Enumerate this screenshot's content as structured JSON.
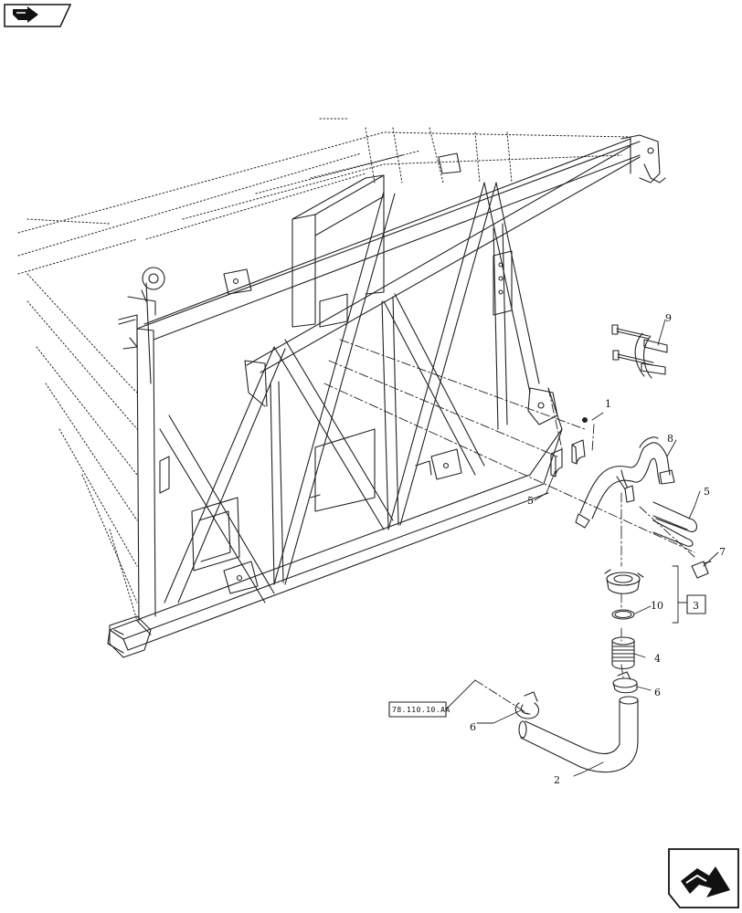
{
  "diagram": {
    "callouts": [
      {
        "id": "c1",
        "label": "1"
      },
      {
        "id": "c2",
        "label": "2"
      },
      {
        "id": "c3",
        "label": "3"
      },
      {
        "id": "c4",
        "label": "4"
      },
      {
        "id": "c5a",
        "label": "5"
      },
      {
        "id": "c5b",
        "label": "5"
      },
      {
        "id": "c6a",
        "label": "6"
      },
      {
        "id": "c6b",
        "label": "6"
      },
      {
        "id": "c7",
        "label": "7"
      },
      {
        "id": "c8",
        "label": "8"
      },
      {
        "id": "c9",
        "label": "9"
      },
      {
        "id": "c10",
        "label": "10"
      }
    ],
    "reference_box": {
      "label": "78.110.10.AA"
    }
  },
  "navigation": {
    "top_icon": "navigation-arrow-icon",
    "bottom_icon": "next-page-arrow-icon"
  }
}
